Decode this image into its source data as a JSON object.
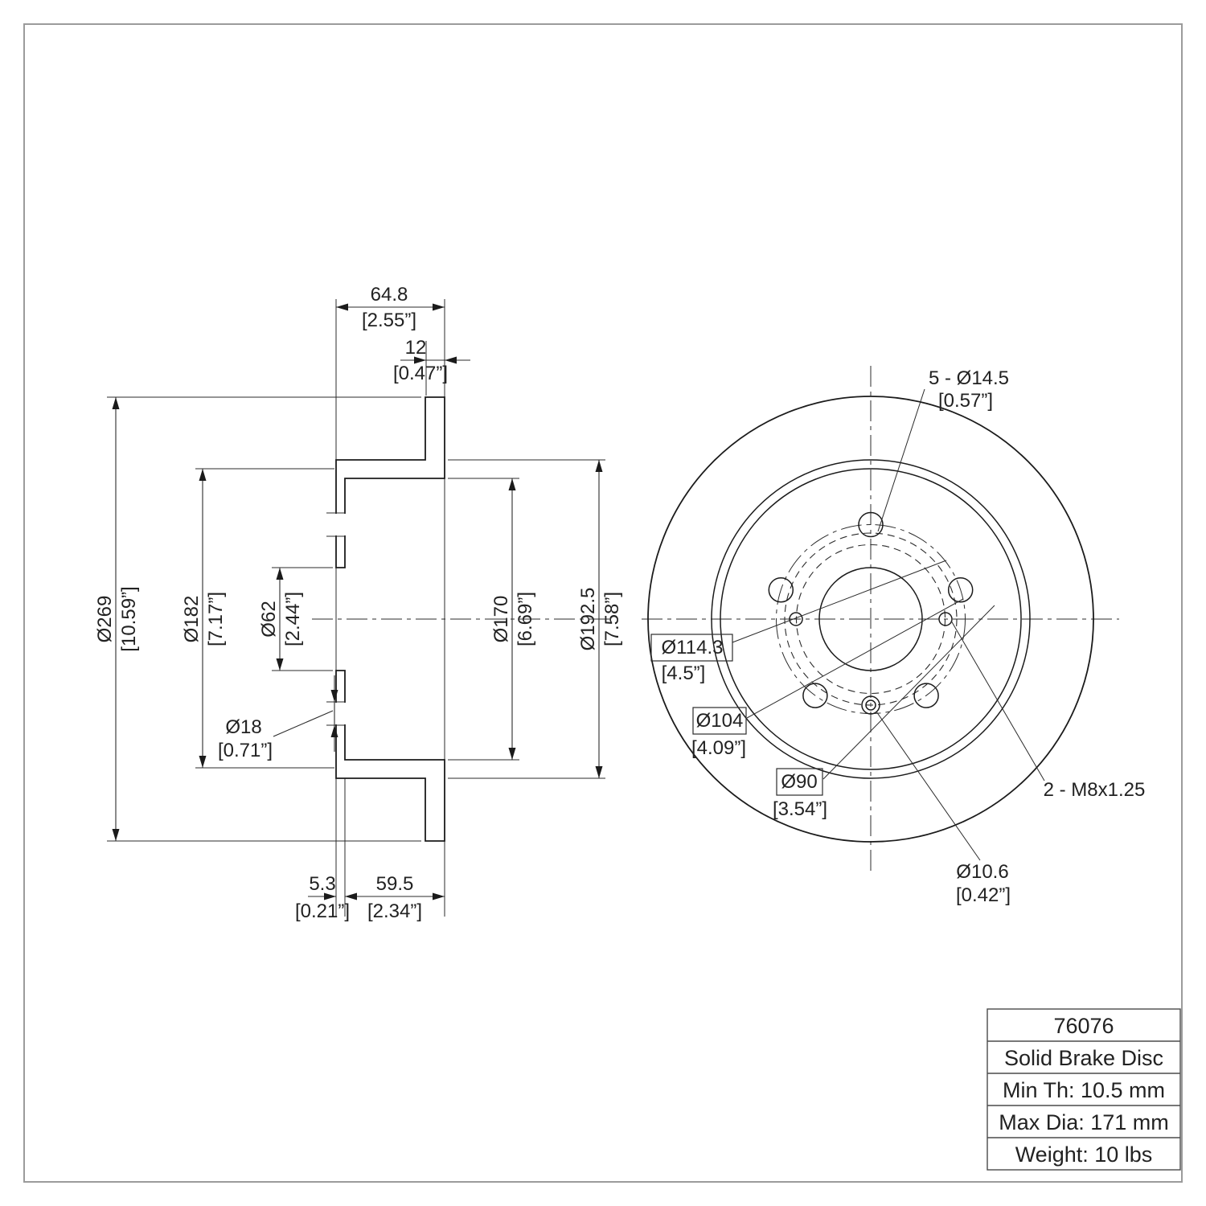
{
  "section_view": {
    "dims": {
      "overall_width": {
        "mm": "64.8",
        "in": "[2.55”]"
      },
      "plate_thickness": {
        "mm": "12",
        "in": "[0.47”]"
      },
      "outer_diameter": {
        "mm": "Ø269",
        "in": "[10.59”]"
      },
      "drum_diameter": {
        "mm": "Ø182",
        "in": "[7.17”]"
      },
      "pilot_diameter": {
        "mm": "Ø62",
        "in": "[2.44”]"
      },
      "hole_diameter": {
        "mm": "Ø18",
        "in": "[0.71”]"
      },
      "hat_inner_diameter": {
        "mm": "Ø170",
        "in": "[6.69”]"
      },
      "hat_outer_diameter": {
        "mm": "Ø192.5",
        "in": "[7.58”]"
      },
      "mount_offset": {
        "mm": "5.3",
        "in": "[0.21”]"
      },
      "hat_depth": {
        "mm": "59.5",
        "in": "[2.34”]"
      }
    }
  },
  "front_view": {
    "dims": {
      "lug_holes": {
        "mm": "5 - Ø14.5",
        "in": "[0.57”]"
      },
      "bolt_circle": {
        "mm": "Ø114.3",
        "in": "[4.5”]"
      },
      "circle_104": {
        "mm": "Ø104",
        "in": "[4.09”]"
      },
      "circle_90": {
        "mm": "Ø90",
        "in": "[3.54”]"
      },
      "thread_holes": "2 - M8x1.25",
      "service_hole": {
        "mm": "Ø10.6",
        "in": "[0.42”]"
      }
    }
  },
  "title_block": {
    "part_number": "76076",
    "product_name": "Solid Brake Disc",
    "min_thickness": "Min Th: 10.5 mm",
    "max_diameter": "Max Dia: 171 mm",
    "weight": "Weight: 10 lbs"
  }
}
